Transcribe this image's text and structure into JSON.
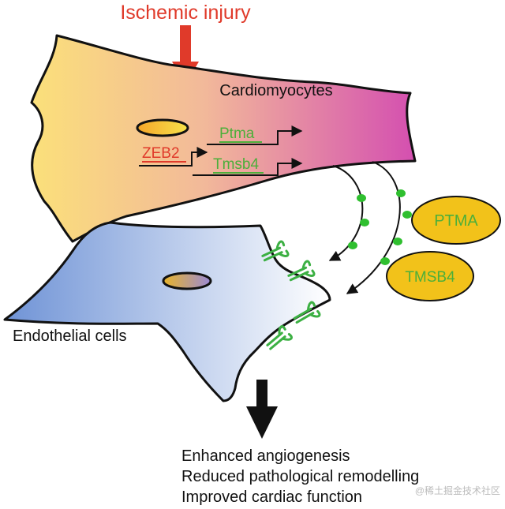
{
  "title": "Ischemic injury",
  "cells": {
    "cardiomyocytes": "Cardiomyocytes",
    "endothelial": "Endothelial cells"
  },
  "genes": {
    "regulator": "ZEB2",
    "target1": "Ptma",
    "target2": "Tmsb4"
  },
  "proteins": {
    "p1": "PTMA",
    "p2": "TMSB4"
  },
  "outcomes": [
    "Enhanced angiogenesis",
    "Reduced pathological remodelling",
    "Improved cardiac function"
  ],
  "watermark": "@稀土掘金技术社区",
  "colors": {
    "injury": "#e03a2a",
    "gene_green": "#4caf3a",
    "protein_fill": "#f2c21a",
    "vesicle": "#2fbf2f",
    "receptor": "#3cb043"
  }
}
